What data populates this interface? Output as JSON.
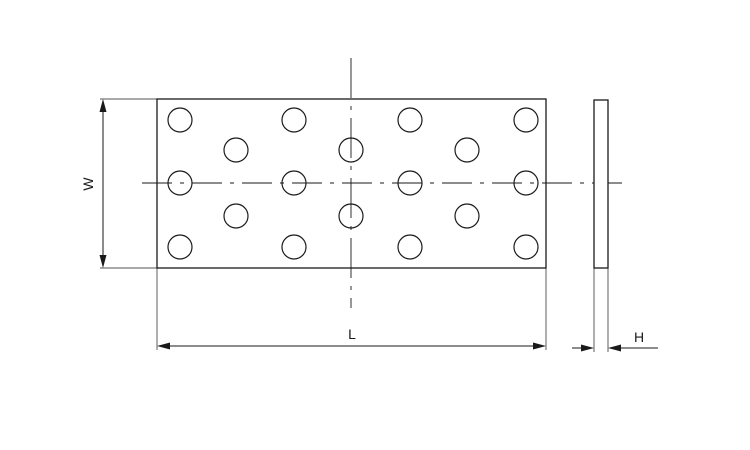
{
  "drawing": {
    "labels": {
      "width": "W",
      "length": "L",
      "thickness": "H"
    },
    "hole_count": 18,
    "line_color": "#1a1a1a",
    "background": "#ffffff"
  }
}
